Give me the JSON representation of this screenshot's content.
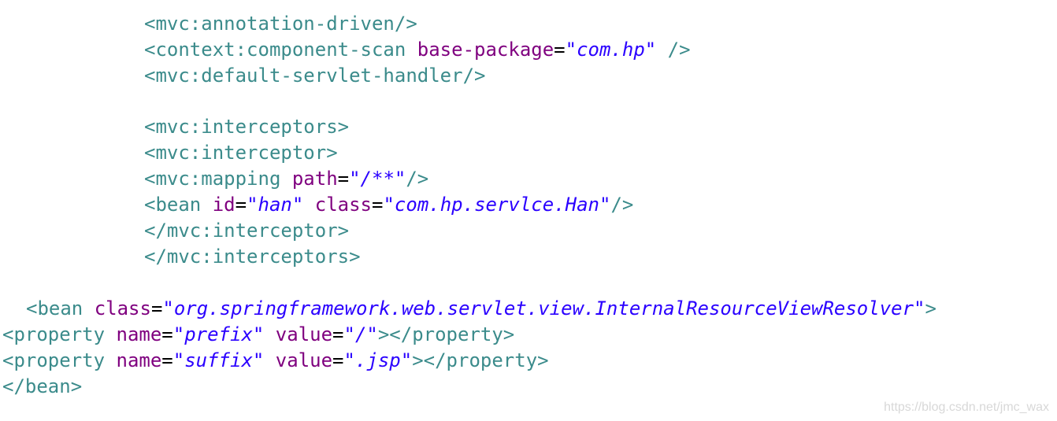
{
  "lines": [
    {
      "indent": 183,
      "tokens": [
        {
          "t": "tag",
          "s": "<mvc:annotation-driven/>"
        }
      ]
    },
    {
      "indent": 183,
      "tokens": [
        {
          "t": "tag",
          "s": "<context:component-scan "
        },
        {
          "t": "attr",
          "s": "base-package"
        },
        {
          "t": "eq",
          "s": "="
        },
        {
          "t": "val",
          "s": "\"com.hp\""
        },
        {
          "t": "tag",
          "s": " />"
        }
      ]
    },
    {
      "indent": 183,
      "tokens": [
        {
          "t": "tag",
          "s": "<mvc:default-servlet-handler/>"
        }
      ]
    },
    {
      "indent": 183,
      "tokens": [
        {
          "t": "tag",
          "s": "<mvc:interceptors>"
        }
      ]
    },
    {
      "indent": 183,
      "tokens": [
        {
          "t": "tag",
          "s": "<mvc:interceptor>"
        }
      ]
    },
    {
      "indent": 183,
      "tokens": [
        {
          "t": "tag",
          "s": "<mvc:mapping "
        },
        {
          "t": "attr",
          "s": "path"
        },
        {
          "t": "eq",
          "s": "="
        },
        {
          "t": "val",
          "s": "\"/**\""
        },
        {
          "t": "tag",
          "s": "/>"
        }
      ]
    },
    {
      "indent": 183,
      "tokens": [
        {
          "t": "tag",
          "s": "<bean "
        },
        {
          "t": "attr",
          "s": "id"
        },
        {
          "t": "eq",
          "s": "="
        },
        {
          "t": "val",
          "s": "\"han\""
        },
        {
          "t": "attr",
          "s": " class"
        },
        {
          "t": "eq",
          "s": "="
        },
        {
          "t": "val",
          "s": "\"com.hp.servlce.Han\""
        },
        {
          "t": "tag",
          "s": "/>"
        }
      ]
    },
    {
      "indent": 183,
      "tokens": [
        {
          "t": "tag",
          "s": "</mvc:interceptor>"
        }
      ]
    },
    {
      "indent": 183,
      "tokens": [
        {
          "t": "tag",
          "s": "</mvc:interceptors>"
        }
      ]
    },
    {
      "indent": 33,
      "tokens": [
        {
          "t": "tag",
          "s": "<bean "
        },
        {
          "t": "attr",
          "s": "class"
        },
        {
          "t": "eq",
          "s": "="
        },
        {
          "t": "val",
          "s": "\"org.springframework.web.servlet.view.InternalResourceViewResolver\""
        },
        {
          "t": "tag",
          "s": ">"
        }
      ]
    },
    {
      "indent": 3,
      "tokens": [
        {
          "t": "tag",
          "s": "<property "
        },
        {
          "t": "attr",
          "s": "name"
        },
        {
          "t": "eq",
          "s": "="
        },
        {
          "t": "val",
          "s": "\"prefix\""
        },
        {
          "t": "attr",
          "s": " value"
        },
        {
          "t": "eq",
          "s": "="
        },
        {
          "t": "val",
          "s": "\"/\""
        },
        {
          "t": "tag",
          "s": "></property>"
        }
      ]
    },
    {
      "indent": 3,
      "tokens": [
        {
          "t": "tag",
          "s": "<property "
        },
        {
          "t": "attr",
          "s": "name"
        },
        {
          "t": "eq",
          "s": "="
        },
        {
          "t": "val",
          "s": "\"suffix\""
        },
        {
          "t": "attr",
          "s": " value"
        },
        {
          "t": "eq",
          "s": "="
        },
        {
          "t": "val",
          "s": "\".jsp\""
        },
        {
          "t": "tag",
          "s": "></property>"
        }
      ]
    },
    {
      "indent": 3,
      "tokens": [
        {
          "t": "tag",
          "s": "</bean>"
        }
      ]
    }
  ],
  "watermark": "https://blog.csdn.net/jmc_wax"
}
